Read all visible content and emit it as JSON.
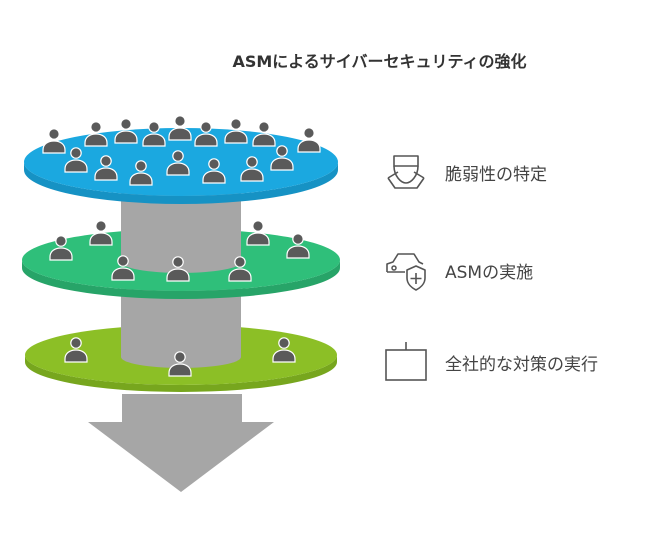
{
  "title": "ASMによるサイバーセキュリティの強化",
  "layers": [
    {
      "label": "脆弱性の特定",
      "icon": "cap-badge-icon",
      "color": "#1ba8e0",
      "side_color": "#1692c4"
    },
    {
      "label": "ASMの実施",
      "icon": "vehicle-shield-icon",
      "color": "#2fbf7a",
      "side_color": "#27a468"
    },
    {
      "label": "全社的な対策の実行",
      "icon": "board-icon",
      "color": "#8cbf26",
      "side_color": "#77a61e"
    }
  ],
  "colors": {
    "column": "#a6a6a6",
    "arrow": "#a6a6a6",
    "person": "#5a5a5a"
  }
}
